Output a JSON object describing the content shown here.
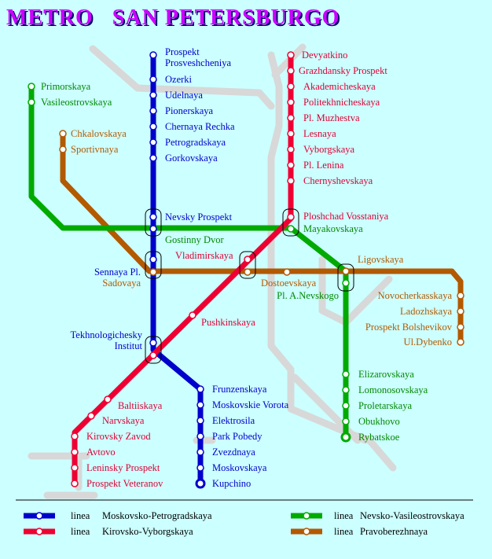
{
  "title": "METRO   SAN PETERSBURGO",
  "colors": {
    "background": "#ccffff",
    "blue": "#0000cc",
    "red": "#dd0033",
    "green": "#00aa00",
    "orange": "#b35900",
    "rail": "#d8d8d8"
  },
  "stations": {
    "prospekt_prosveshcheniya_1": "Prospekt",
    "prospekt_prosveshcheniya_2": "Prosveshcheniya",
    "ozerki": "Ozerki",
    "udelnaya": "Udelnaya",
    "pionerskaya": "Pionerskaya",
    "chernaya_rechka": "Chernaya Rechka",
    "petrogradskaya": "Petrogradskaya",
    "gorkovskaya": "Gorkovskaya",
    "nevsky_prospekt": "Nevsky Prospekt",
    "gostinny_dvor": "Gostinny Dvor",
    "sennaya_pl": "Sennaya Pl.",
    "sadovaya": "Sadovaya",
    "tekhnologichesky_1": "Tekhnologichesky",
    "tekhnologichesky_2": "Institut",
    "frunzenskaya": "Frunzenskaya",
    "moskovskie_vorota": "Moskovskie Vorota",
    "elektrosila": "Elektrosila",
    "park_pobedy": "Park Pobedy",
    "zvezdnaya": "Zvezdnaya",
    "moskovskaya": "Moskovskaya",
    "kupchino": "Kupchino",
    "devyatkino": "Devyatkino",
    "grazhdansky": "Grazhdansky Prospekt",
    "akademicheskaya": "Akademicheskaya",
    "politekhnicheskaya": "Politekhnicheskaya",
    "pl_muzhestva": "Pl. Muzhestva",
    "lesnaya": "Lesnaya",
    "vyborgskaya": "Vyborgskaya",
    "pl_lenina": "Pl. Lenina",
    "chernyshevskaya": "Chernyshevskaya",
    "ploshchad_vosstaniya": "Ploshchad Vosstaniya",
    "vladimirskaya": "Vladimirskaya",
    "pushkinskaya": "Pushkinskaya",
    "baltiiskaya": "Baltiiskaya",
    "narvskaya": "Narvskaya",
    "kirovsky_zavod": "Kirovsky Zavod",
    "avtovo": "Avtovo",
    "leninsky_prospekt": "Leninsky Prospekt",
    "prospekt_veteranov": "Prospekt Veteranov",
    "primorskaya": "Primorskaya",
    "vasileostrovskaya": "Vasileostrovskaya",
    "mayakovskaya": "Mayakovskaya",
    "pl_a_nevskogo": "Pl. A.Nevskogo",
    "elizarovskaya": "Elizarovskaya",
    "lomonosovskaya": "Lomonosovskaya",
    "proletarskaya": "Proletarskaya",
    "obukhovo": "Obukhovo",
    "rybatskoe": "Rybatskoe",
    "chkalovskaya": "Chkalovskaya",
    "sportivnaya": "Sportivnaya",
    "ligovskaya": "Ligovskaya",
    "dostoevskaya": "Dostoevskaya",
    "novocherkasskaya": "Novocherkasskaya",
    "ladozhskaya": "Ladozhskaya",
    "prospekt_bolshevikov": "Prospekt Bolshevikov",
    "ul_dybenko": "Ul.Dybenko"
  },
  "legend": {
    "word": "linea",
    "blue_line": "Moskovsko-Petrogradskaya",
    "red_line": "Kirovsko-Vyborgskaya",
    "green_line": "Nevsko-Vasileostrovskaya",
    "orange_line": "Pravoberezhnaya"
  }
}
